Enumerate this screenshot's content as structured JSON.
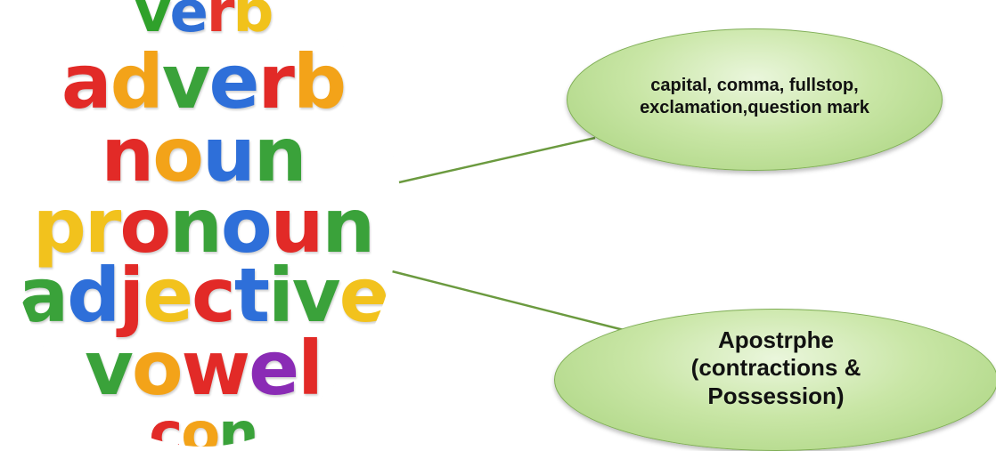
{
  "circle": {
    "rows": [
      {
        "name": "word-top-partial",
        "letters": [
          {
            "ch": "v",
            "color": "#2fa12b"
          },
          {
            "ch": "e",
            "color": "#2f6fd6"
          },
          {
            "ch": "r",
            "color": "#e5342b"
          },
          {
            "ch": "b",
            "color": "#f1c21b"
          }
        ]
      },
      {
        "name": "word-adverb",
        "letters": [
          {
            "ch": "a",
            "color": "#e22a27"
          },
          {
            "ch": "d",
            "color": "#f3a319"
          },
          {
            "ch": "v",
            "color": "#3aa23a"
          },
          {
            "ch": "e",
            "color": "#2e6fd9"
          },
          {
            "ch": "r",
            "color": "#e22a27"
          },
          {
            "ch": "b",
            "color": "#f3a319"
          }
        ]
      },
      {
        "name": "word-noun",
        "letters": [
          {
            "ch": "n",
            "color": "#e22a27"
          },
          {
            "ch": "o",
            "color": "#f3a319"
          },
          {
            "ch": "u",
            "color": "#2e6fd9"
          },
          {
            "ch": "n",
            "color": "#3aa23a"
          }
        ]
      },
      {
        "name": "word-pronoun",
        "letters": [
          {
            "ch": "p",
            "color": "#f2c21d"
          },
          {
            "ch": "r",
            "color": "#f2c21d"
          },
          {
            "ch": "o",
            "color": "#e22a27"
          },
          {
            "ch": "n",
            "color": "#3aa23a"
          },
          {
            "ch": "o",
            "color": "#2e6fd9"
          },
          {
            "ch": "u",
            "color": "#e22a27"
          },
          {
            "ch": "n",
            "color": "#3aa23a"
          }
        ]
      },
      {
        "name": "word-adjective",
        "letters": [
          {
            "ch": "a",
            "color": "#3aa23a"
          },
          {
            "ch": "d",
            "color": "#2e6fd9"
          },
          {
            "ch": "j",
            "color": "#e22a27"
          },
          {
            "ch": "e",
            "color": "#f2c21d"
          },
          {
            "ch": "c",
            "color": "#e22a27"
          },
          {
            "ch": "t",
            "color": "#2e6fd9"
          },
          {
            "ch": "i",
            "color": "#3aa23a"
          },
          {
            "ch": "v",
            "color": "#3aa23a"
          },
          {
            "ch": "e",
            "color": "#f2c21d"
          }
        ]
      },
      {
        "name": "word-vowel",
        "letters": [
          {
            "ch": "v",
            "color": "#3aa23a"
          },
          {
            "ch": "o",
            "color": "#f3a319"
          },
          {
            "ch": "w",
            "color": "#e22a27"
          },
          {
            "ch": "e",
            "color": "#8a2bb5"
          },
          {
            "ch": "l",
            "color": "#e22a27"
          }
        ]
      },
      {
        "name": "word-bottom-partial",
        "letters": [
          {
            "ch": "c",
            "color": "#e22a27"
          },
          {
            "ch": "o",
            "color": "#f3a319"
          },
          {
            "ch": "n",
            "color": "#3aa23a"
          }
        ]
      }
    ]
  },
  "nodes": {
    "punctuation": {
      "text": "capital, comma, fullstop, exclamation,question mark"
    },
    "apostrophe": {
      "text": "Apostrphe (contractions & Possession)"
    }
  },
  "colors": {
    "connector": "#6b9a3f",
    "node_fill": "#b9dd92",
    "node_border": "#7fae55"
  }
}
